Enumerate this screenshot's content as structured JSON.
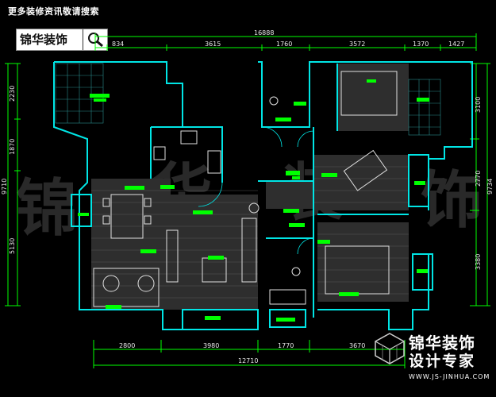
{
  "header": {
    "caption": "更多装修资讯敬请搜索"
  },
  "logo": {
    "text": "锦华装饰",
    "icon": "search-icon"
  },
  "brand": {
    "line1": "锦华装饰",
    "line2": "设计专家",
    "url": "WWW.JS-JINHUA.COM",
    "mark_icon": "cube-logo-icon"
  },
  "watermark": {
    "chars": [
      "锦",
      "华",
      "装",
      "饰"
    ]
  },
  "dimensions": {
    "top_total": "16888",
    "top": [
      "834",
      "3615",
      "1760",
      "3572",
      "1370",
      "1427"
    ],
    "bottom_total": "12710",
    "bottom": [
      "2800",
      "3980",
      "1770",
      "3670"
    ],
    "left": [
      "2230",
      "1870",
      "5130"
    ],
    "left_total": "9710",
    "right": [
      "3100",
      "2770",
      "3380"
    ],
    "right_total": "9734"
  },
  "colors": {
    "wall": "#00e5e5",
    "label": "#00ff00",
    "floor": "#3a3a3a",
    "dim_line": "#00ff00",
    "furniture": "#e0e0e0"
  }
}
